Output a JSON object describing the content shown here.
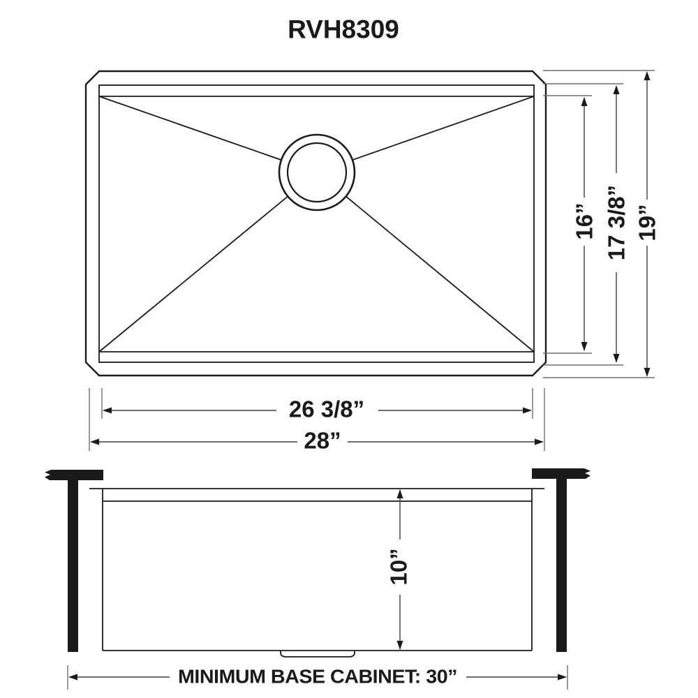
{
  "title": "RVH8309",
  "colors": {
    "line": "#1a1a1a",
    "dimension_line": "#3d3d3d",
    "extension_line": "#6e6e6e",
    "background": "#ffffff",
    "cabinet_fill": "#1a1a1a"
  },
  "top_view": {
    "description": "sink plan view with center drain",
    "dimensions": {
      "bowl_front_back": "16”",
      "inner_rim_front_back": "17 3/8”",
      "overall_front_back": "19”",
      "bowl_width": "26 3/8”",
      "overall_width": "28”"
    }
  },
  "side_view": {
    "description": "sink section in base cabinet",
    "dimensions": {
      "bowl_depth": "10”",
      "base_cabinet_note": "MINIMUM BASE CABINET: 30”"
    }
  }
}
